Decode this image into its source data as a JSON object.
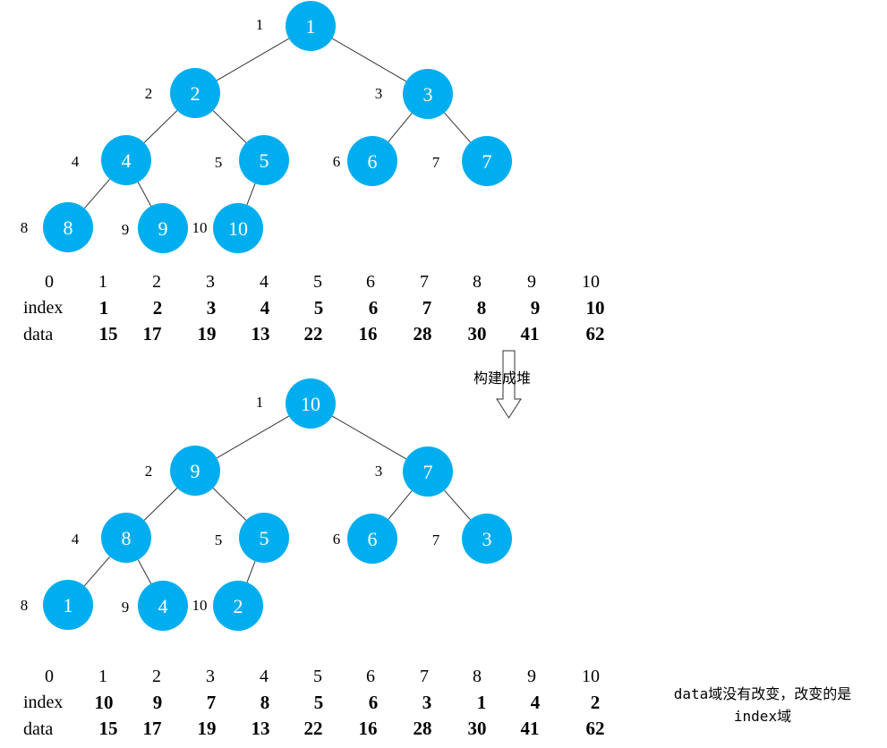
{
  "trees": [
    {
      "nodes": [
        {
          "pos": "1",
          "value": "1"
        },
        {
          "pos": "2",
          "value": "2"
        },
        {
          "pos": "3",
          "value": "3"
        },
        {
          "pos": "4",
          "value": "4"
        },
        {
          "pos": "5",
          "value": "5"
        },
        {
          "pos": "6",
          "value": "6"
        },
        {
          "pos": "7",
          "value": "7"
        },
        {
          "pos": "8",
          "value": "8"
        },
        {
          "pos": "9",
          "value": "9"
        },
        {
          "pos": "10",
          "value": "10"
        }
      ],
      "table": {
        "headers": [
          "0",
          "1",
          "2",
          "3",
          "4",
          "5",
          "6",
          "7",
          "8",
          "9",
          "10"
        ],
        "index_label": "index",
        "index": [
          "1",
          "2",
          "3",
          "4",
          "5",
          "6",
          "7",
          "8",
          "9",
          "10"
        ],
        "data_label": "data",
        "data": [
          "15",
          "17",
          "19",
          "13",
          "22",
          "16",
          "28",
          "30",
          "41",
          "62"
        ]
      }
    },
    {
      "nodes": [
        {
          "pos": "1",
          "value": "10"
        },
        {
          "pos": "2",
          "value": "9"
        },
        {
          "pos": "3",
          "value": "7"
        },
        {
          "pos": "4",
          "value": "8"
        },
        {
          "pos": "5",
          "value": "5"
        },
        {
          "pos": "6",
          "value": "6"
        },
        {
          "pos": "7",
          "value": "3"
        },
        {
          "pos": "8",
          "value": "1"
        },
        {
          "pos": "9",
          "value": "4"
        },
        {
          "pos": "10",
          "value": "2"
        }
      ],
      "table": {
        "headers": [
          "0",
          "1",
          "2",
          "3",
          "4",
          "5",
          "6",
          "7",
          "8",
          "9",
          "10"
        ],
        "index_label": "index",
        "index": [
          "10",
          "9",
          "7",
          "8",
          "5",
          "6",
          "3",
          "1",
          "4",
          "2"
        ],
        "data_label": "data",
        "data": [
          "15",
          "17",
          "19",
          "13",
          "22",
          "16",
          "28",
          "30",
          "41",
          "62"
        ]
      }
    }
  ],
  "arrow": {
    "label": "构建成堆"
  },
  "note": {
    "line1": "data域没有改变，改变的是",
    "line2": "index域"
  },
  "colors": {
    "node": "#00aeef",
    "node_text": "#ffffff",
    "edge": "#333333"
  }
}
